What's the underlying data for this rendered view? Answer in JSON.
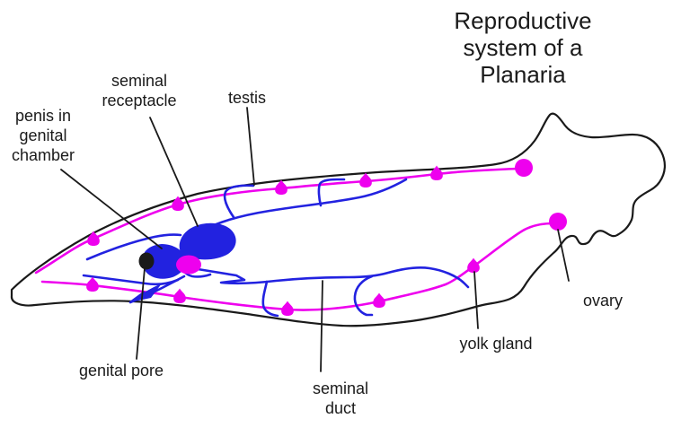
{
  "title": {
    "line1": "Reproductive",
    "line2": "system of a",
    "line3": "Planaria"
  },
  "labels": {
    "seminal_receptacle": {
      "line1": "seminal",
      "line2": "receptacle"
    },
    "testis": "testis",
    "penis_in_genital_chamber": {
      "line1": "penis in",
      "line2": "genital",
      "line3": "chamber"
    },
    "genital_pore": "genital pore",
    "seminal_duct": {
      "line1": "seminal",
      "line2": "duct"
    },
    "yolk_gland": "yolk gland",
    "ovary": "ovary"
  },
  "colors": {
    "magenta": "#EE00EE",
    "blue": "#2222E0",
    "ink": "#1A1A1A",
    "background": "#FFFFFF"
  }
}
